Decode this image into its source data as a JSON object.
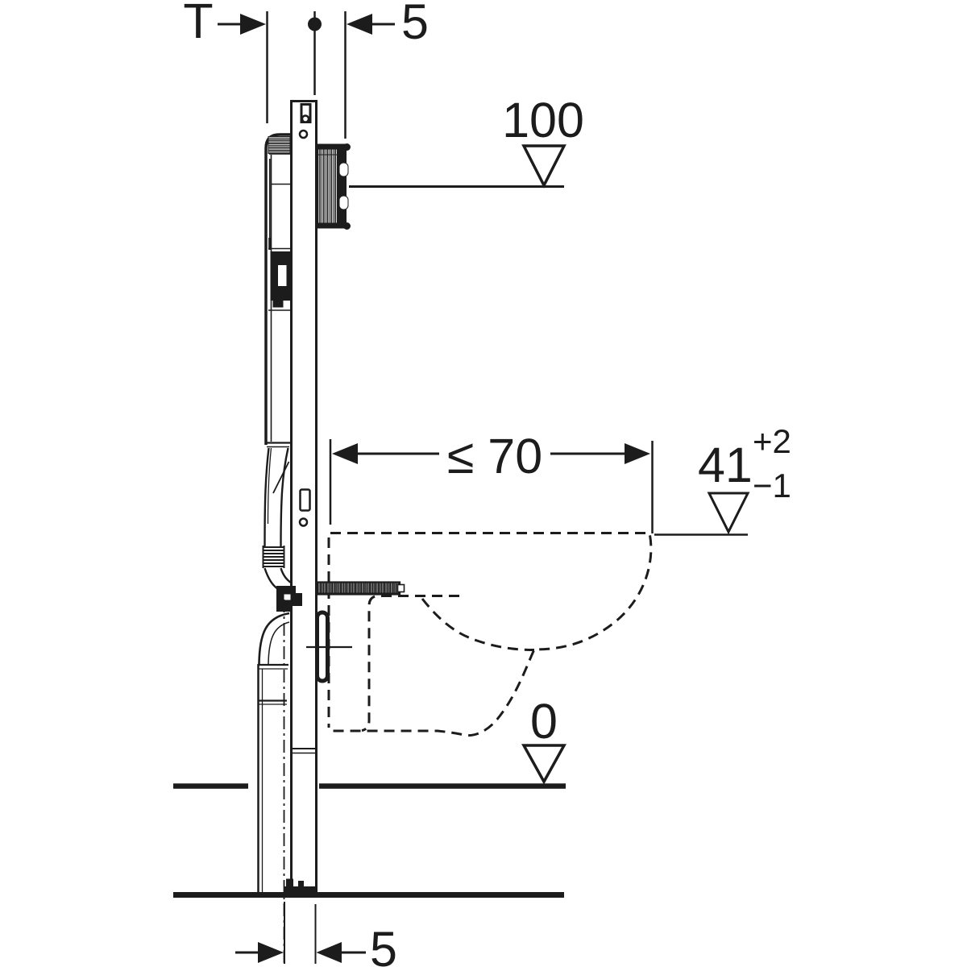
{
  "drawing": {
    "colors": {
      "line": "#1c1c1c",
      "background": "#ffffff"
    },
    "dimensions": {
      "depth_label": "T",
      "top_offset_label": "5",
      "pan_depth_label": "≤ 70",
      "bottom_offset_label": "5"
    },
    "levels": {
      "top_level": "100",
      "pan_height": "41",
      "pan_height_tolerance_plus": "+2",
      "pan_height_tolerance_minus": "−1",
      "floor_level": "0"
    }
  }
}
